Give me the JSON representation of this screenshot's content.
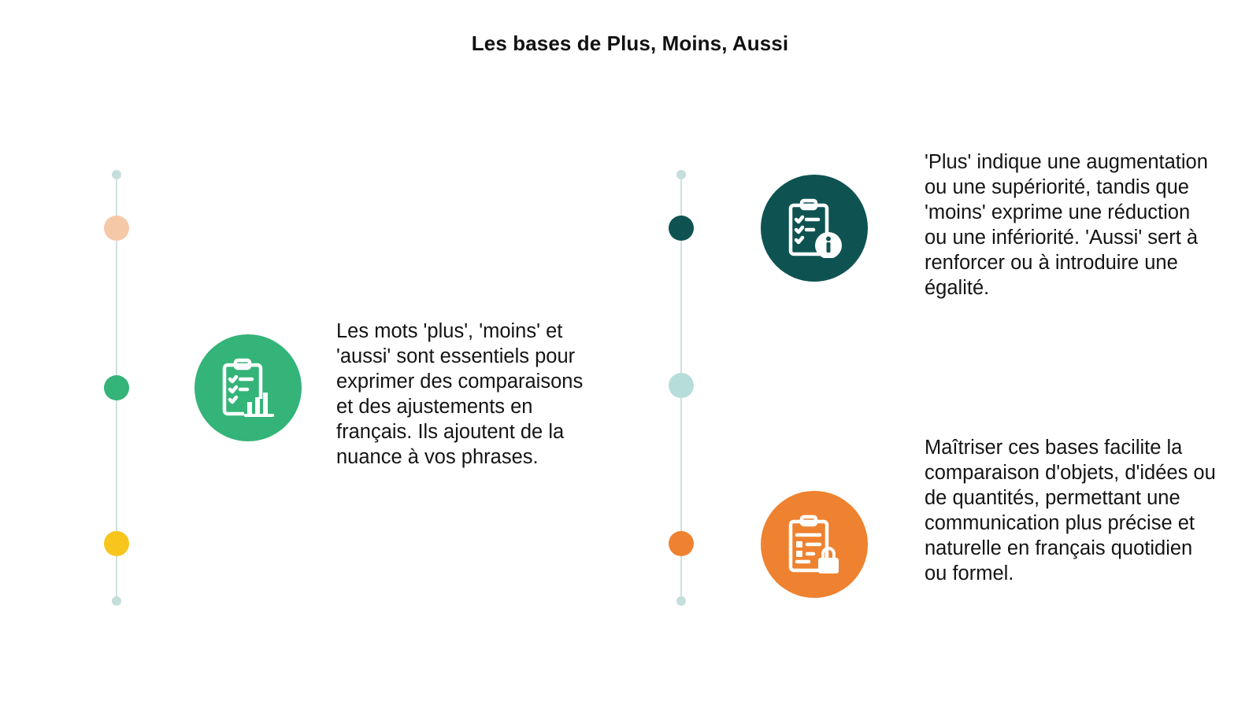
{
  "title": "Les bases de Plus, Moins, Aussi",
  "colors": {
    "peach": "#f5c8a8",
    "green": "#34b478",
    "yellow": "#f8c51c",
    "teal_dark": "#0e5352",
    "teal_light": "#b7ddda",
    "orange": "#ee8230",
    "rail": "#cfe2e0"
  },
  "blocks": [
    {
      "icon": "clipboard-chart-icon",
      "text": "Les mots 'plus', 'moins' et 'aussi' sont essentiels pour exprimer des comparaisons et des ajustements en français. Ils ajoutent de la nuance à vos phrases."
    },
    {
      "icon": "clipboard-info-icon",
      "text": "'Plus' indique une augmentation ou une supériorité, tandis que 'moins' exprime une réduction ou une infériorité. 'Aussi' sert à renforcer ou à introduire une égalité."
    },
    {
      "icon": "clipboard-lock-icon",
      "text": "Maîtriser ces bases facilite la comparaison d'objets, d'idées ou de quantités, permettant une communication plus précise et naturelle en français quotidien ou formel."
    }
  ]
}
